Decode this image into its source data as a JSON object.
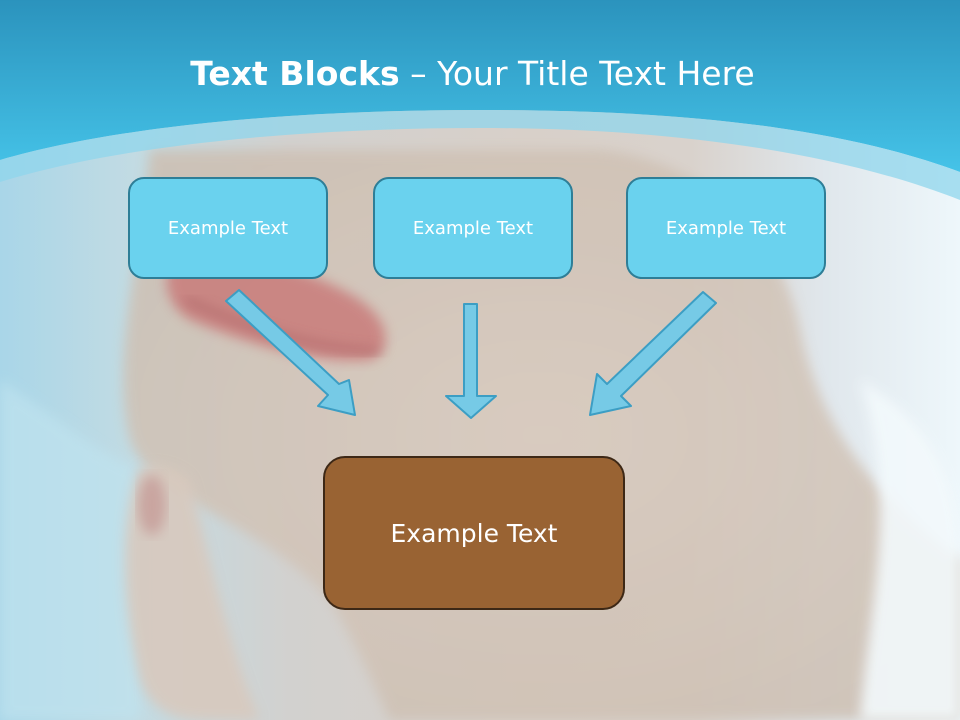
{
  "title": {
    "bold": "Text Blocks",
    "dash": "–",
    "rest": "Your Title Text Here"
  },
  "blocks": [
    "Example Text",
    "Example Text",
    "Example Text"
  ],
  "result": "Example Text",
  "colors": {
    "header": "#3cb9df",
    "box_fill": "#6ad2ee",
    "box_border": "#2e7e97",
    "result_fill": "#996333",
    "result_border": "#3d2816",
    "arrow": "#76cae6"
  }
}
